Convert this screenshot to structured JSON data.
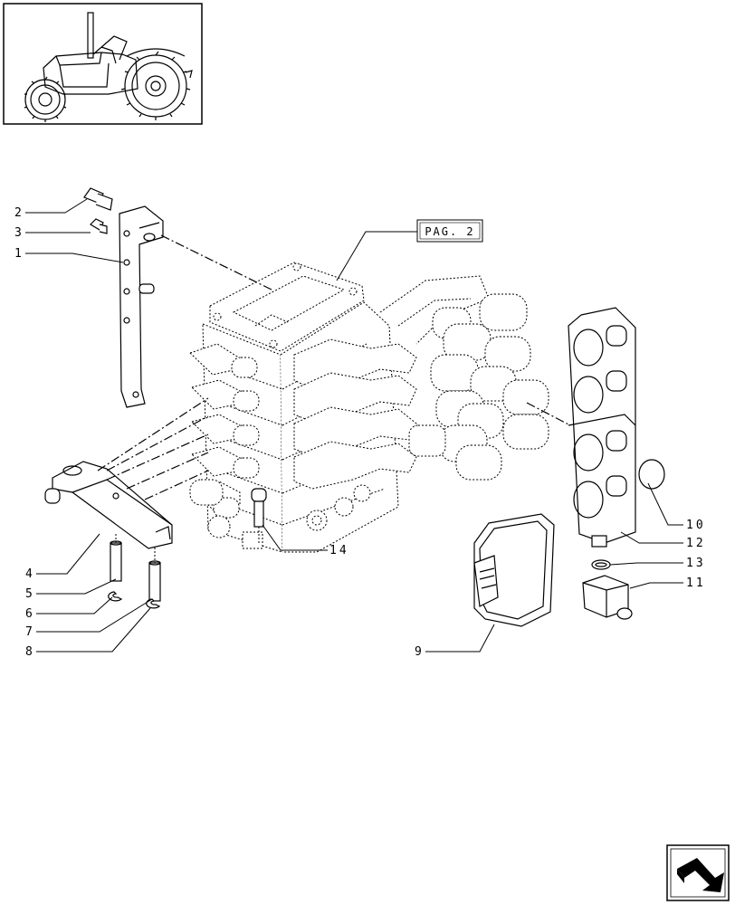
{
  "reference_tag": "PAG. 2",
  "callouts": [
    {
      "id": "c1",
      "label": "1"
    },
    {
      "id": "c2",
      "label": "2"
    },
    {
      "id": "c3",
      "label": "3"
    },
    {
      "id": "c4",
      "label": "4"
    },
    {
      "id": "c5",
      "label": "5"
    },
    {
      "id": "c6",
      "label": "6"
    },
    {
      "id": "c7",
      "label": "7"
    },
    {
      "id": "c8",
      "label": "8"
    },
    {
      "id": "c9",
      "label": "9"
    },
    {
      "id": "c10",
      "label": "10"
    },
    {
      "id": "c11",
      "label": "11"
    },
    {
      "id": "c12",
      "label": "12"
    },
    {
      "id": "c13",
      "label": "13"
    },
    {
      "id": "c14",
      "label": "14"
    }
  ],
  "icons": {
    "thumbnail": "tractor-thumbnail-icon",
    "navigation": "next-page-arrow-icon"
  },
  "colors": {
    "ink": "#000000",
    "paper": "#ffffff"
  }
}
